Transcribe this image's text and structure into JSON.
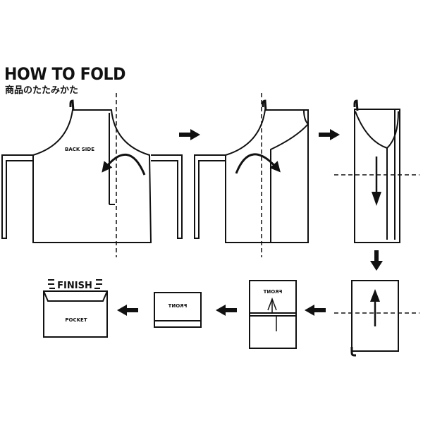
{
  "header": {
    "title": "HOW TO FOLD",
    "subtitle": "商品のたたみかた"
  },
  "labels": {
    "back_side": "BACK SIDE",
    "front_mirror": "FRONT",
    "finish": "FINISH",
    "pocket": "POCKET"
  }
}
